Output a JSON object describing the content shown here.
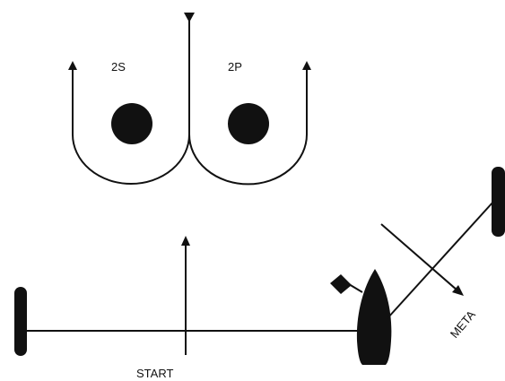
{
  "labels": {
    "gate_left": "2S",
    "gate_right": "2P",
    "start": "START",
    "finish": "META"
  },
  "colors": {
    "ink": "#111111",
    "background": "#ffffff"
  },
  "icons": {
    "start_mark": "left-pole-icon",
    "right_mark": "right-pole-icon",
    "committee_boat": "boat-icon",
    "flag": "flag-icon",
    "gate_buoys": "buoy-icon"
  }
}
